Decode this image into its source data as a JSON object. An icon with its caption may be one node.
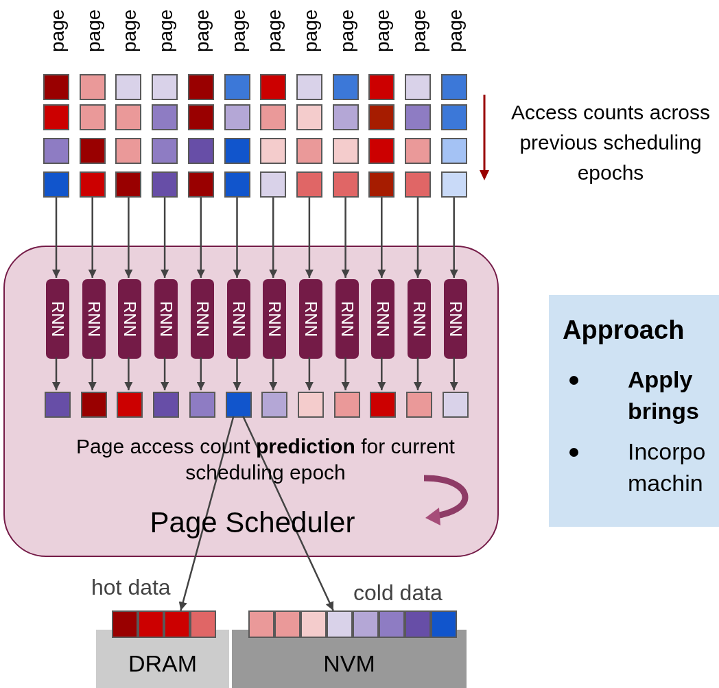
{
  "diagram": {
    "nodes": [
      {
        "text": [],
        "shape": "box"
      },
      {
        "text": [],
        "shape": "box"
      },
      {
        "text": [],
        "shape": "box"
      },
      {
        "text": [],
        "shape": "box"
      },
      {
        "text": [],
        "shape": "box"
      },
      {
        "text": [],
        "shape": "box"
      },
      {
        "text": [],
        "shape": "box"
      },
      {
        "text": [],
        "shape": "box"
      },
      {
        "text": [],
        "shape": "box"
      },
      {
        "text": [],
        "shape": "box"
      },
      {
        "text": [],
        "shape": "box"
      },
      {
        "text": [],
        "shape": "box"
      },
      {
        "text": [],
        "shape": "box"
      },
      {
        "text": [],
        "shape": "box"
      },
      {
        "text": [],
        "shape": "box"
      },
      {
        "text": [],
        "shape": "box"
      },
      {
        "text": [],
        "shape": "box"
      },
      {
        "text": [],
        "shape": "box"
      },
      {
        "text": [],
        "shape": "box"
      },
      {
        "text": [],
        "shape": "box"
      },
      {
        "text": [],
        "shape": "box"
      },
      {
        "text": [],
        "shape": "box"
      },
      {
        "text": [],
        "shape": "box"
      },
      {
        "text": [],
        "shape": "box"
      },
      {
        "text": [],
        "shape": "box"
      },
      {
        "text": [],
        "shape": "box"
      },
      {
        "text": [],
        "shape": "box"
      },
      {
        "text": [],
        "shape": "box"
      },
      {
        "text": [],
        "shape": "box"
      },
      {
        "text": [],
        "shape": "box"
      },
      {
        "text": [],
        "shape": "box"
      },
      {
        "text": [],
        "shape": "box"
      },
      {
        "text": [],
        "shape": "box"
      },
      {
        "text": [],
        "shape": "box"
      },
      {
        "text": [],
        "shape": "box"
      },
      {
        "text": [],
        "shape": "box"
      },
      {
        "text": [],
        "shape": "box"
      },
      {
        "text": [],
        "shape": "box"
      },
      {
        "text": [],
        "shape": "box"
      },
      {
        "text": [],
        "shape": "box"
      },
      {
        "text": [],
        "shape": "box"
      },
      {
        "text": [],
        "shape": "box"
      },
      {
        "text": [],
        "shape": "box"
      },
      {
        "text": [],
        "shape": "box"
      },
      {
        "text": [],
        "shape": "box"
      },
      {
        "text": [],
        "shape": "box"
      },
      {
        "text": [],
        "shape": "box"
      },
      {
        "text": [],
        "shape": "box"
      },
      {
        "text": [
          "Page access count **prediction** for current scheduling epoch",
          "Page Scheduler"
        ]
      },
      {
        "text": [
          "RNN"
        ],
        "in": 48
      },
      {
        "text": [
          "RNN"
        ],
        "in": 48
      },
      {
        "text": [
          "RNN"
        ],
        "in": 48
      },
      {
        "text": [
          "RNN"
        ],
        "in": 48
      },
      {
        "text": [
          "RNN"
        ],
        "in": 48
      },
      {
        "text": [
          "RNN"
        ],
        "in": 48
      },
      {
        "text": [
          "RNN"
        ],
        "in": 48
      },
      {
        "text": [
          "RNN"
        ],
        "in": 48
      },
      {
        "text": [
          "RNN"
        ],
        "in": 48
      },
      {
        "text": [
          "RNN"
        ],
        "in": 48
      },
      {
        "text": [
          "RNN"
        ],
        "in": 48
      },
      {
        "text": [
          "RNN"
        ],
        "in": 48
      },
      {
        "text": [],
        "shape": "box",
        "in": 48
      },
      {
        "text": [],
        "shape": "box",
        "in": 48
      },
      {
        "text": [],
        "shape": "box",
        "in": 48
      },
      {
        "text": [],
        "shape": "box",
        "in": 48
      },
      {
        "text": [],
        "shape": "box",
        "in": 48
      },
      {
        "text": [],
        "shape": "box",
        "in": 48
      },
      {
        "text": [],
        "shape": "box",
        "in": 48
      },
      {
        "text": [],
        "shape": "box",
        "in": 48
      },
      {
        "text": [],
        "shape": "box",
        "in": 48
      },
      {
        "text": [],
        "shape": "box",
        "in": 48
      },
      {
        "text": [],
        "shape": "box",
        "in": 48
      },
      {
        "text": [],
        "shape": "box",
        "in": 48
      },
      {
        "text": [],
        "shape": "box"
      },
      {
        "text": [],
        "shape": "box"
      },
      {
        "text": [],
        "shape": "box"
      },
      {
        "text": [],
        "shape": "box"
      },
      {
        "text": [],
        "shape": "box"
      },
      {
        "text": [],
        "shape": "box"
      },
      {
        "text": [],
        "shape": "box"
      },
      {
        "text": [],
        "shape": "box"
      },
      {
        "text": [],
        "shape": "box"
      },
      {
        "text": [],
        "shape": "box"
      },
      {
        "text": [],
        "shape": "box"
      },
      {
        "text": [],
        "shape": "box"
      },
      {
        "text": [
          "DRAM"
        ]
      },
      {
        "text": [
          "NVM"
        ]
      },
      {
        "text": [
          "Approach",
          "Apply brings",
          "Incorpo machin"
        ]
      }
    ],
    "edges": [
      {
        "from": 36,
        "to": 49,
        "arrow": "to"
      },
      {
        "from": 37,
        "to": 50,
        "arrow": "to"
      },
      {
        "from": 38,
        "to": 51,
        "arrow": "to"
      },
      {
        "from": 39,
        "to": 52,
        "arrow": "to"
      },
      {
        "from": 40,
        "to": 53,
        "arrow": "to"
      },
      {
        "from": 41,
        "to": 54,
        "arrow": "to"
      },
      {
        "from": 42,
        "to": 55,
        "arrow": "to"
      },
      {
        "from": 43,
        "to": 56,
        "arrow": "to"
      },
      {
        "from": 44,
        "to": 57,
        "arrow": "to"
      },
      {
        "from": 45,
        "to": 58,
        "arrow": "to"
      },
      {
        "from": 46,
        "to": 59,
        "arrow": "to"
      },
      {
        "from": 47,
        "to": 60,
        "arrow": "to"
      },
      {
        "from": 49,
        "to": 61,
        "arrow": "to"
      },
      {
        "from": 50,
        "to": 62,
        "arrow": "to"
      },
      {
        "from": 51,
        "to": 63,
        "arrow": "to"
      },
      {
        "from": 52,
        "to": 64,
        "arrow": "to"
      },
      {
        "from": 53,
        "to": 65,
        "arrow": "to"
      },
      {
        "from": 54,
        "to": 66,
        "arrow": "to"
      },
      {
        "from": 55,
        "to": 67,
        "arrow": "to"
      },
      {
        "from": 56,
        "to": 68,
        "arrow": "to"
      },
      {
        "from": 57,
        "to": 69,
        "arrow": "to"
      },
      {
        "from": 58,
        "to": 70,
        "arrow": "to"
      },
      {
        "from": 59,
        "to": 71,
        "arrow": "to"
      },
      {
        "from": 60,
        "to": 72,
        "arrow": "to"
      },
      {
        "from": 66,
        "to": 75,
        "arrow": "to"
      },
      {
        "from": 66,
        "to": 80,
        "arrow": "to"
      }
    ],
    "labels": [
      "page",
      "page",
      "page",
      "page",
      "page",
      "page",
      "page",
      "page",
      "page",
      "page",
      "page",
      "page",
      "Access counts across previous scheduling epochs",
      "hot data",
      "cold data"
    ]
  }
}
